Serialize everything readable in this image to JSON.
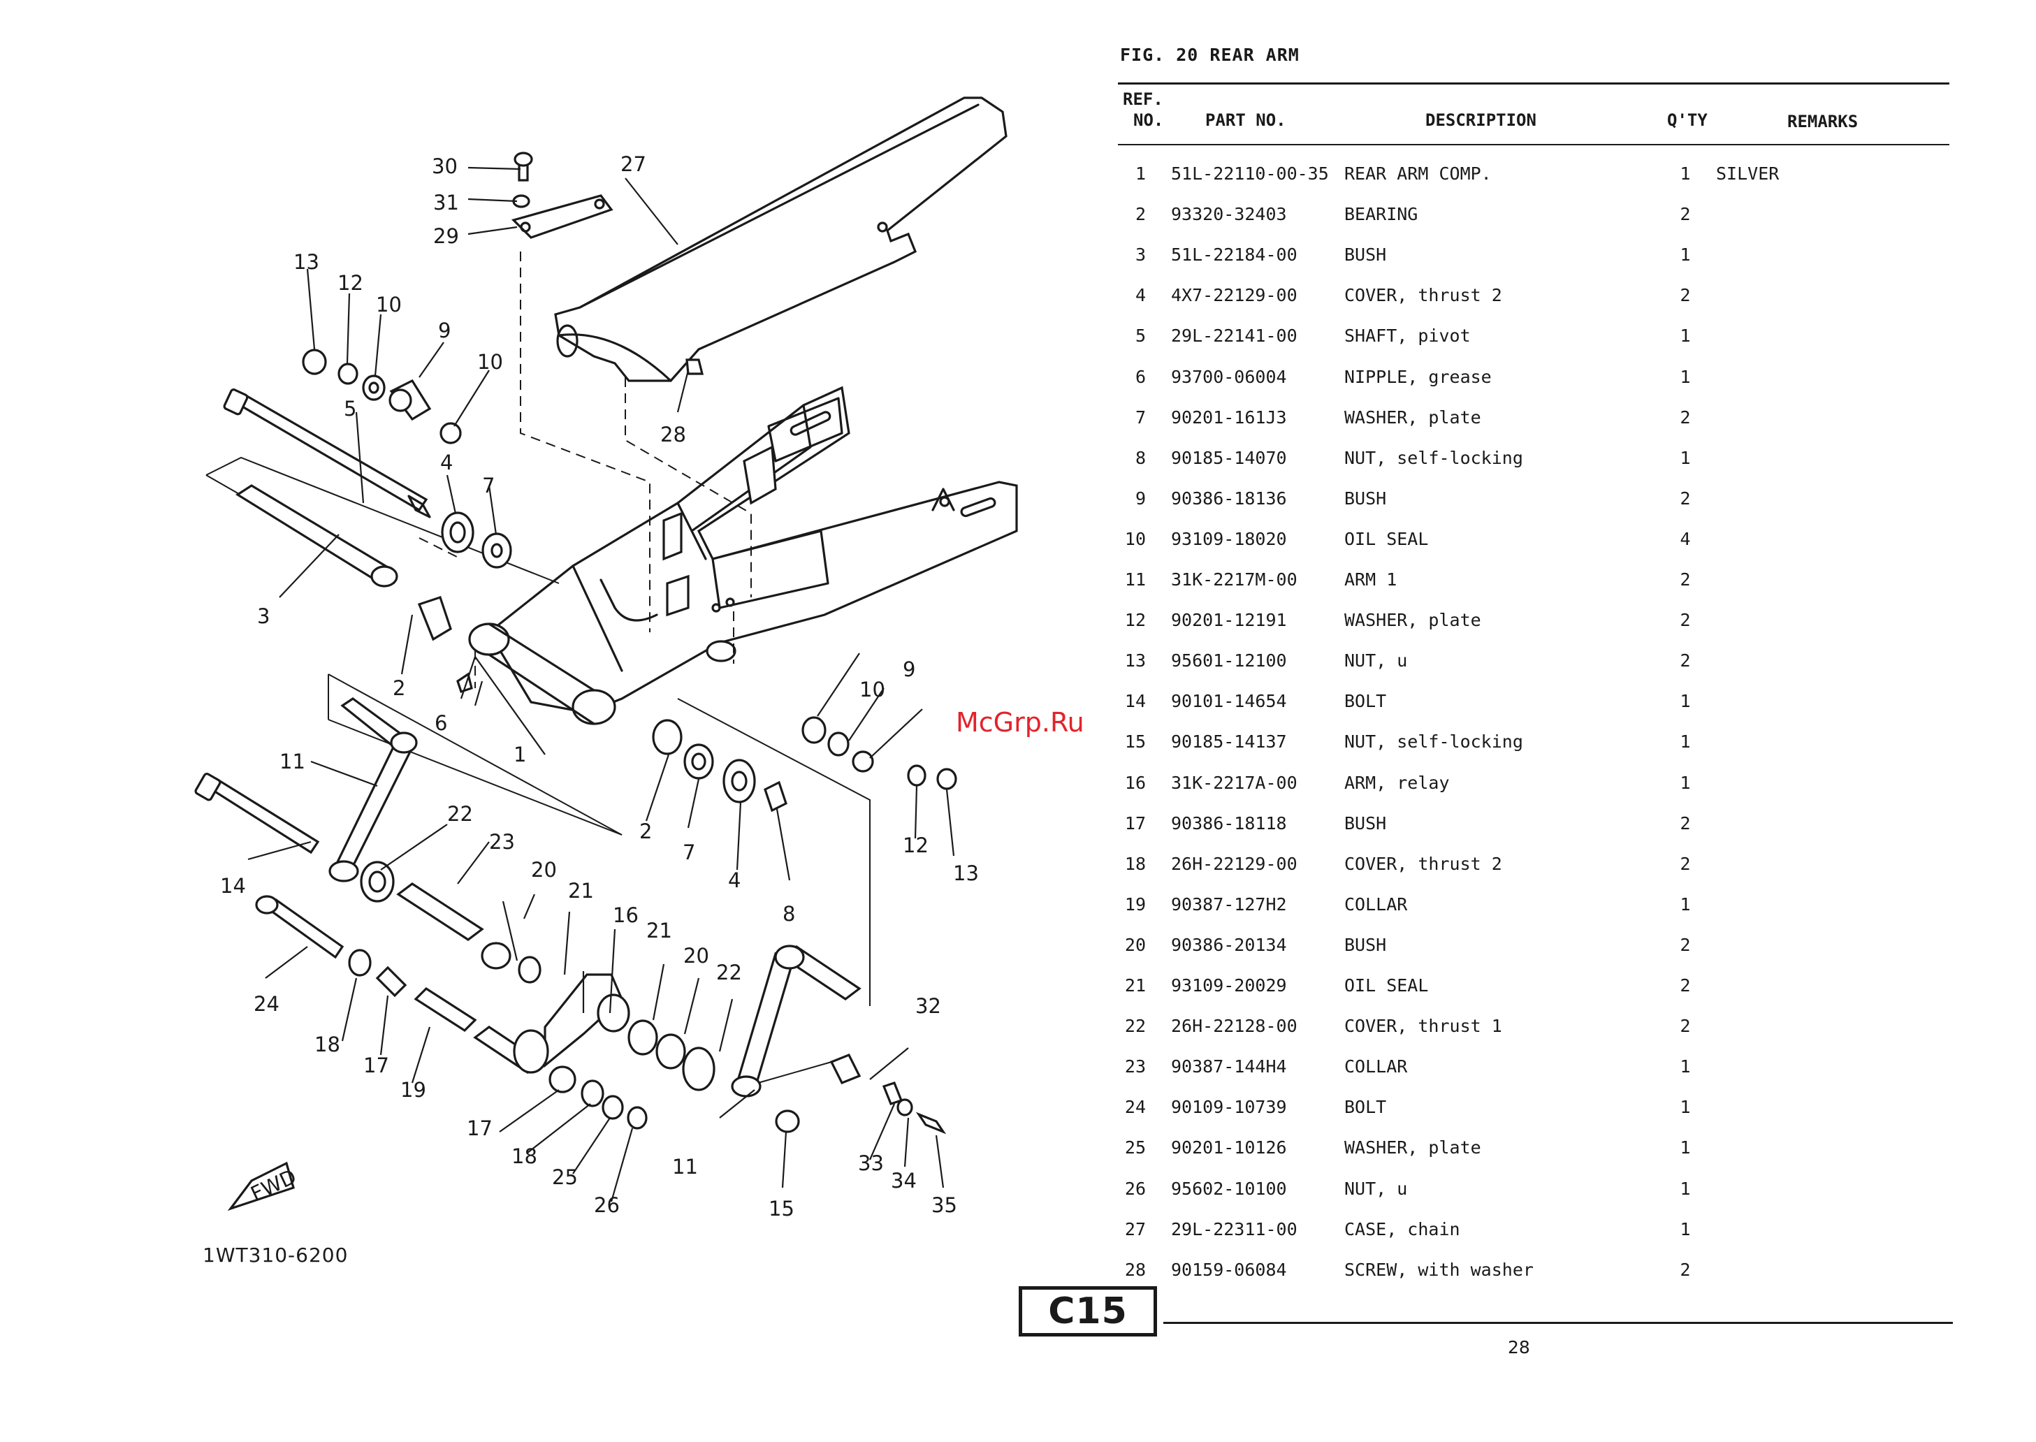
{
  "figure": {
    "title": "FIG. 20  REAR ARM"
  },
  "table_headers": {
    "ref_line1": "REF.",
    "ref_line2": "NO.",
    "part_no": "PART NO.",
    "description": "DESCRIPTION",
    "qty": "Q'TY",
    "remarks": "REMARKS"
  },
  "parts": [
    {
      "ref": "1",
      "part_no": "51L-22110-00-35",
      "description": "REAR ARM COMP.",
      "qty": "1",
      "remarks": "SILVER"
    },
    {
      "ref": "2",
      "part_no": "93320-32403",
      "description": "BEARING",
      "qty": "2",
      "remarks": ""
    },
    {
      "ref": "3",
      "part_no": "51L-22184-00",
      "description": "BUSH",
      "qty": "1",
      "remarks": ""
    },
    {
      "ref": "4",
      "part_no": "4X7-22129-00",
      "description": "COVER, thrust 2",
      "qty": "2",
      "remarks": ""
    },
    {
      "ref": "5",
      "part_no": "29L-22141-00",
      "description": "SHAFT, pivot",
      "qty": "1",
      "remarks": ""
    },
    {
      "ref": "6",
      "part_no": "93700-06004",
      "description": "NIPPLE, grease",
      "qty": "1",
      "remarks": ""
    },
    {
      "ref": "7",
      "part_no": "90201-161J3",
      "description": "WASHER, plate",
      "qty": "2",
      "remarks": ""
    },
    {
      "ref": "8",
      "part_no": "90185-14070",
      "description": "NUT, self-locking",
      "qty": "1",
      "remarks": ""
    },
    {
      "ref": "9",
      "part_no": "90386-18136",
      "description": "BUSH",
      "qty": "2",
      "remarks": ""
    },
    {
      "ref": "10",
      "part_no": "93109-18020",
      "description": "OIL SEAL",
      "qty": "4",
      "remarks": ""
    },
    {
      "ref": "11",
      "part_no": "31K-2217M-00",
      "description": "ARM 1",
      "qty": "2",
      "remarks": ""
    },
    {
      "ref": "12",
      "part_no": "90201-12191",
      "description": "WASHER, plate",
      "qty": "2",
      "remarks": ""
    },
    {
      "ref": "13",
      "part_no": "95601-12100",
      "description": "NUT, u",
      "qty": "2",
      "remarks": ""
    },
    {
      "ref": "14",
      "part_no": "90101-14654",
      "description": "BOLT",
      "qty": "1",
      "remarks": ""
    },
    {
      "ref": "15",
      "part_no": "90185-14137",
      "description": "NUT, self-locking",
      "qty": "1",
      "remarks": ""
    },
    {
      "ref": "16",
      "part_no": "31K-2217A-00",
      "description": "ARM, relay",
      "qty": "1",
      "remarks": ""
    },
    {
      "ref": "17",
      "part_no": "90386-18118",
      "description": "BUSH",
      "qty": "2",
      "remarks": ""
    },
    {
      "ref": "18",
      "part_no": "26H-22129-00",
      "description": "COVER, thrust 2",
      "qty": "2",
      "remarks": ""
    },
    {
      "ref": "19",
      "part_no": "90387-127H2",
      "description": "COLLAR",
      "qty": "1",
      "remarks": ""
    },
    {
      "ref": "20",
      "part_no": "90386-20134",
      "description": "BUSH",
      "qty": "2",
      "remarks": ""
    },
    {
      "ref": "21",
      "part_no": "93109-20029",
      "description": "OIL SEAL",
      "qty": "2",
      "remarks": ""
    },
    {
      "ref": "22",
      "part_no": "26H-22128-00",
      "description": "COVER, thrust 1",
      "qty": "2",
      "remarks": ""
    },
    {
      "ref": "23",
      "part_no": "90387-144H4",
      "description": "COLLAR",
      "qty": "1",
      "remarks": ""
    },
    {
      "ref": "24",
      "part_no": "90109-10739",
      "description": "BOLT",
      "qty": "1",
      "remarks": ""
    },
    {
      "ref": "25",
      "part_no": "90201-10126",
      "description": "WASHER, plate",
      "qty": "1",
      "remarks": ""
    },
    {
      "ref": "26",
      "part_no": "95602-10100",
      "description": "NUT, u",
      "qty": "1",
      "remarks": ""
    },
    {
      "ref": "27",
      "part_no": "29L-22311-00",
      "description": "CASE, chain",
      "qty": "1",
      "remarks": ""
    },
    {
      "ref": "28",
      "part_no": "90159-06084",
      "description": "SCREW, with washer",
      "qty": "2",
      "remarks": ""
    }
  ],
  "diagram": {
    "fwd_label": "FWD",
    "catalog_code": "1WT310-6200",
    "callouts": [
      "1",
      "2",
      "2",
      "3",
      "4",
      "4",
      "5",
      "6",
      "7",
      "7",
      "8",
      "9",
      "9",
      "10",
      "10",
      "10",
      "11",
      "11",
      "12",
      "12",
      "13",
      "13",
      "14",
      "15",
      "16",
      "17",
      "17",
      "18",
      "18",
      "19",
      "20",
      "20",
      "21",
      "21",
      "22",
      "22",
      "23",
      "24",
      "25",
      "26",
      "27",
      "28",
      "29",
      "30",
      "31",
      "32",
      "33",
      "34",
      "35"
    ]
  },
  "watermark": "McGrp.Ru",
  "section_badge": "C15",
  "page_number": "28"
}
